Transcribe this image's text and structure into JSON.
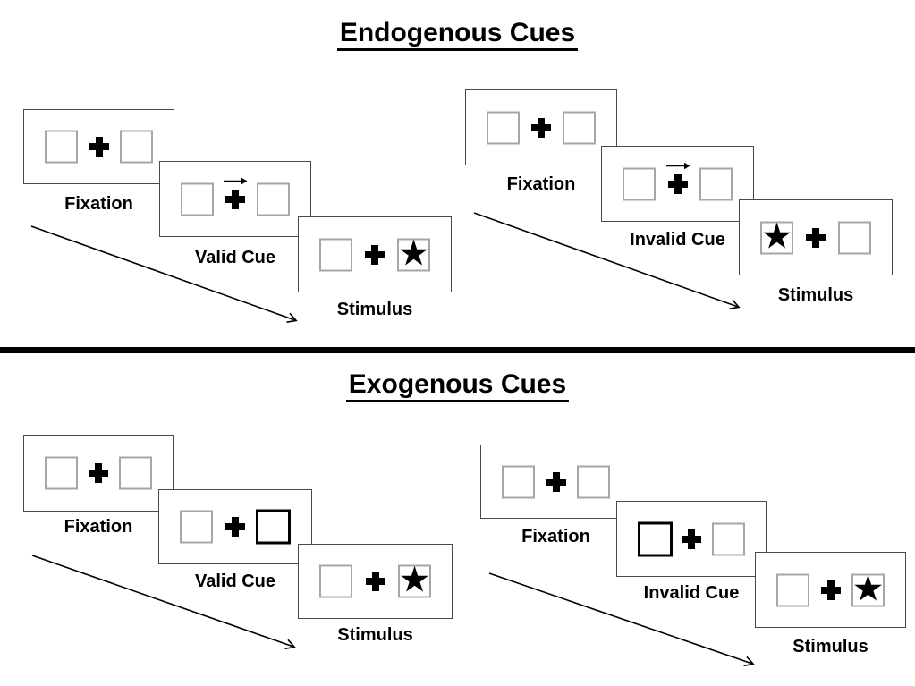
{
  "colors": {
    "ink": "#000000",
    "card_border": "#4a4a4a",
    "box_border": "#a6a6a6",
    "background": "#ffffff"
  },
  "symbols": {
    "star": "★"
  },
  "sections": [
    {
      "title": "Endogenous Cues",
      "panels": [
        {
          "condition": "valid",
          "cards": [
            {
              "label": "Fixation",
              "type": "fixation"
            },
            {
              "label": "Valid Cue",
              "type": "cue",
              "cue": "central-arrow-right"
            },
            {
              "label": "Stimulus",
              "type": "stimulus",
              "star_side": "right"
            }
          ]
        },
        {
          "condition": "invalid",
          "cards": [
            {
              "label": "Fixation",
              "type": "fixation"
            },
            {
              "label": "Invalid Cue",
              "type": "cue",
              "cue": "central-arrow-right"
            },
            {
              "label": "Stimulus",
              "type": "stimulus",
              "star_side": "left"
            }
          ]
        }
      ]
    },
    {
      "title": "Exogenous Cues",
      "panels": [
        {
          "condition": "valid",
          "cards": [
            {
              "label": "Fixation",
              "type": "fixation"
            },
            {
              "label": "Valid Cue",
              "type": "cue",
              "cue": "peripheral-box-right"
            },
            {
              "label": "Stimulus",
              "type": "stimulus",
              "star_side": "right"
            }
          ]
        },
        {
          "condition": "invalid",
          "cards": [
            {
              "label": "Fixation",
              "type": "fixation"
            },
            {
              "label": "Invalid Cue",
              "type": "cue",
              "cue": "peripheral-box-left"
            },
            {
              "label": "Stimulus",
              "type": "stimulus",
              "star_side": "right"
            }
          ]
        }
      ]
    }
  ]
}
